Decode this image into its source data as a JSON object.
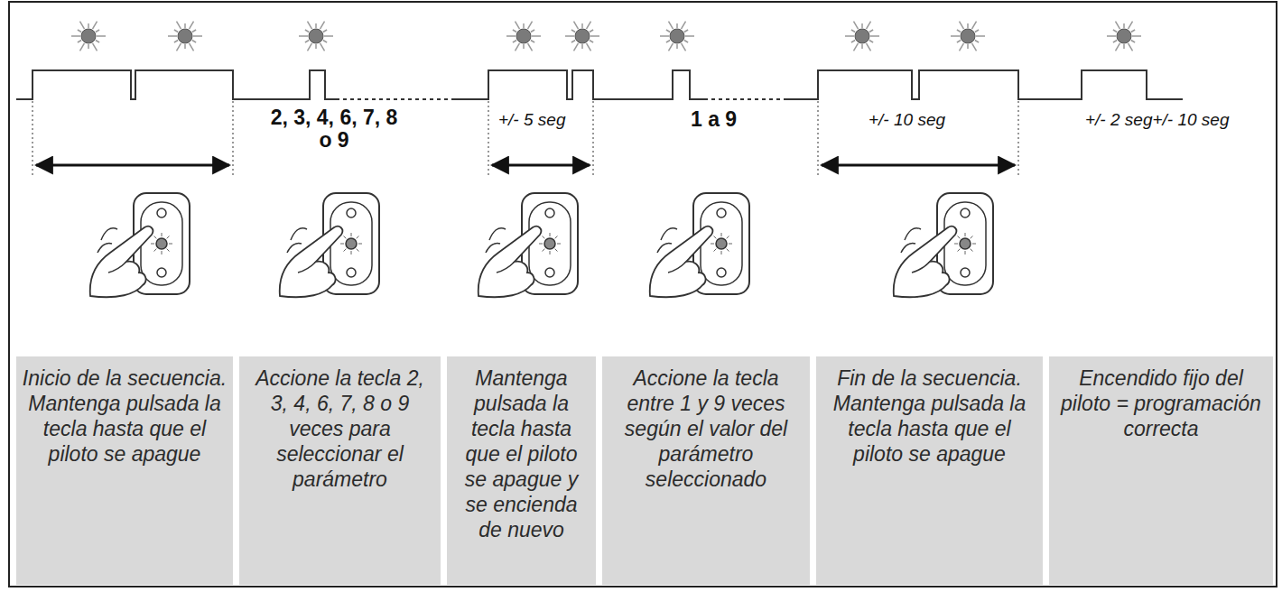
{
  "diagram": {
    "nodes": [
      {
        "text": [
          "Inicio de la secuencia. Mantenga pulsada la tecla hasta que el piloto se apague"
        ]
      },
      {
        "text": [
          "Accione la tecla 2, 3, 4, 6, 7, 8 o 9 veces para seleccionar el parámetro"
        ]
      },
      {
        "text": [
          "Mantenga pulsada la tecla hasta que el piloto se apague y se encienda de nuevo"
        ]
      },
      {
        "text": [
          "Accione la tecla entre 1 y 9 veces según el valor del parámetro seleccionado"
        ]
      },
      {
        "text": [
          "Fin de la secuencia. Mantenga pulsada la tecla hasta que el piloto se apague"
        ]
      },
      {
        "text": [
          "Encendido fijo del piloto = programación correcta"
        ]
      }
    ],
    "labels": [
      "2, 3, 4, 6, 7, 8 o 9",
      "+/- 5 seg",
      "1 a 9",
      "+/- 10 seg",
      "+/- 2 seg+/- 10 seg"
    ]
  }
}
